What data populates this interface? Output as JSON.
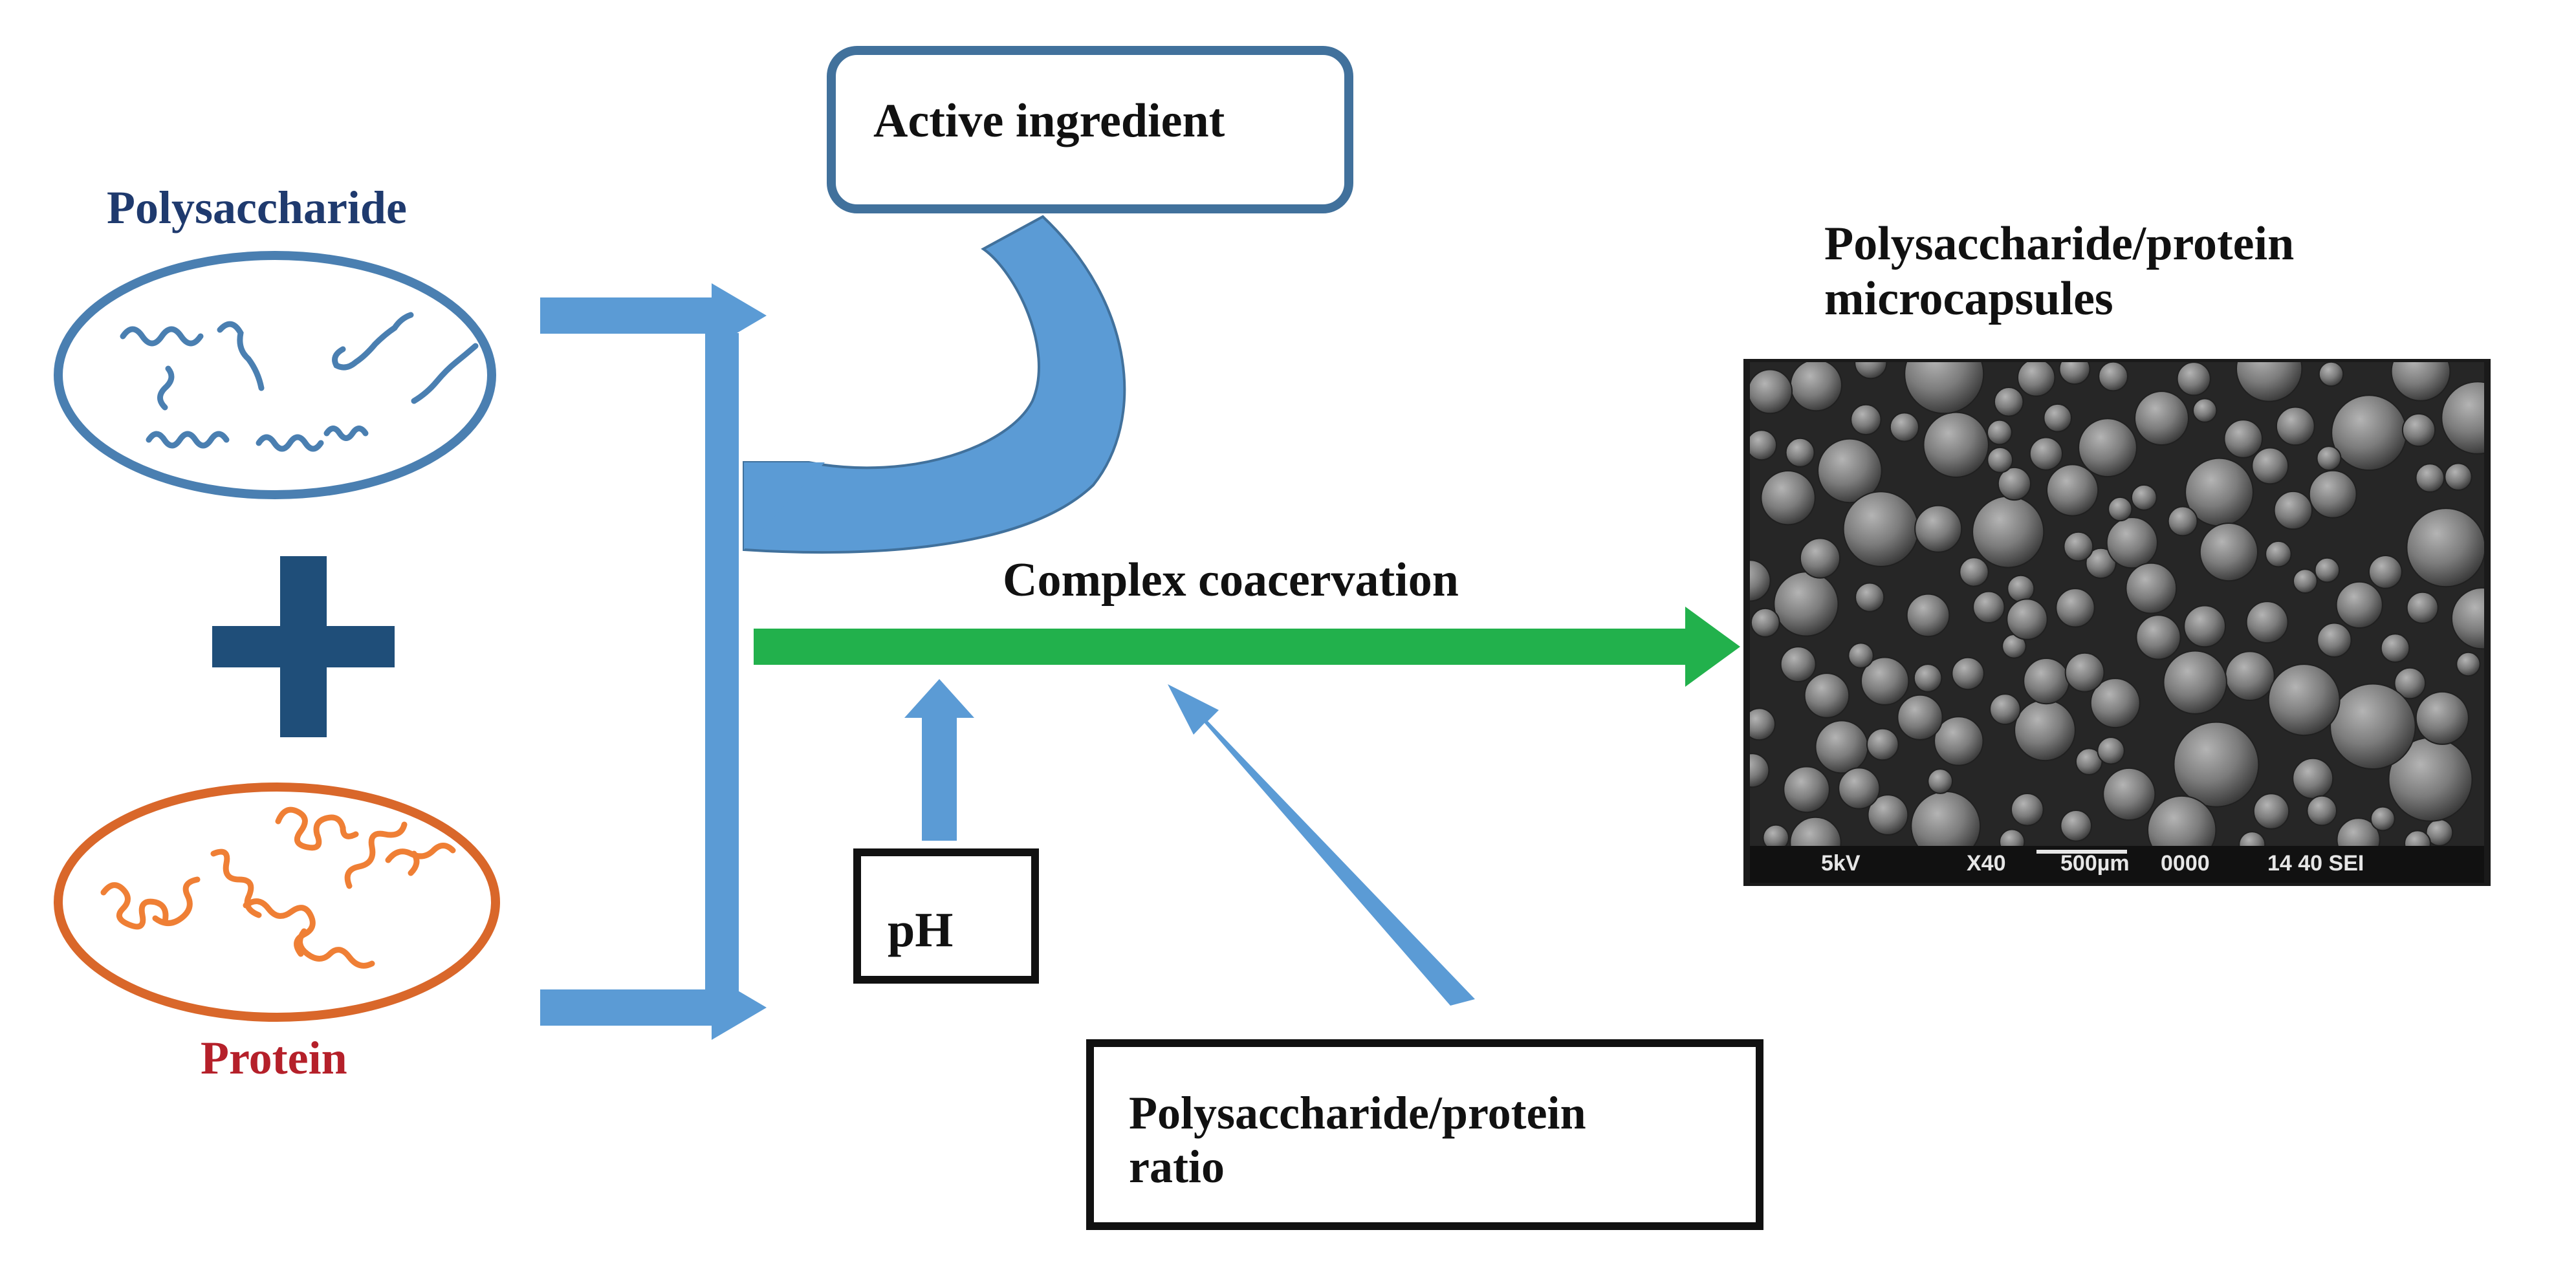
{
  "inputs": {
    "polysaccharide_label": "Polysaccharide",
    "protein_label": "Protein",
    "plus_symbol": "+"
  },
  "active_ingredient": {
    "label": "Active ingredient"
  },
  "process": {
    "label": "Complex coacervation"
  },
  "factors": {
    "ph_label": "pH",
    "ratio_line1": "Polysaccharide/protein",
    "ratio_line2": "ratio"
  },
  "product": {
    "title_line1": "Polysaccharide/protein",
    "title_line2": "microcapsules",
    "sem_caption": {
      "voltage": "5kV",
      "magnification": "X40",
      "scale": "500µm",
      "code": "0000",
      "wd": "14 40 SEI"
    }
  },
  "colors": {
    "polysaccharide": "#4a7fb1",
    "protein": "#d9672a",
    "flow_arrow": "#5b9bd5",
    "process_arrow": "#22b14c",
    "plus": "#1f4e79",
    "polysaccharide_text": "#1f3a6e",
    "protein_text": "#b5202a"
  }
}
